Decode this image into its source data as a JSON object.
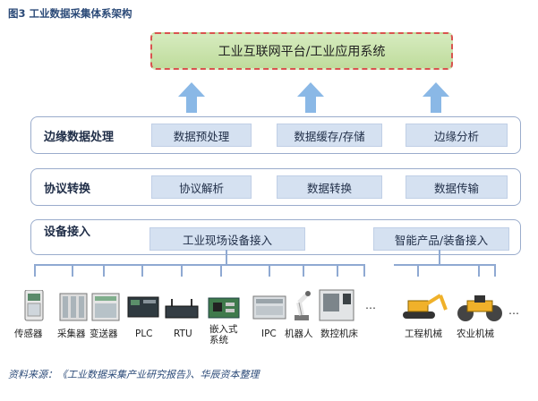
{
  "figure_title": "图3 工业数据采集体系架构",
  "platform": "工业互联网平台/工业应用系统",
  "layers": {
    "edge": {
      "label": "边缘数据处理",
      "items": [
        "数据预处理",
        "数据缓存/存储",
        "边缘分析"
      ]
    },
    "protocol": {
      "label": "协议转换",
      "items": [
        "协议解析",
        "数据转换",
        "数据传输"
      ]
    },
    "access": {
      "label": "设备接入",
      "items": [
        "工业现场设备接入",
        "智能产品/装备接入"
      ]
    }
  },
  "devices": {
    "sensor": "传感器",
    "collector": "采集器",
    "transmitter": "变送器",
    "plc": "PLC",
    "rtu": "RTU",
    "embedded": "嵌入式\n系统",
    "ipc": "IPC",
    "robot": "机器人",
    "cnc": "数控机床",
    "ellipsis_1": "…",
    "engineering": "工程机械",
    "agriculture": "农业机械",
    "ellipsis_2": "…"
  },
  "source": "资料来源：《工业数据采集产业研究报告》、华辰资本整理",
  "colors": {
    "platform_fill": "#c6e0a8",
    "platform_border": "#d9534f",
    "arrow": "#8ab8e6",
    "chip": "#d5e1f1",
    "layer_border": "#9aaccc",
    "title": "#2b4a78"
  }
}
